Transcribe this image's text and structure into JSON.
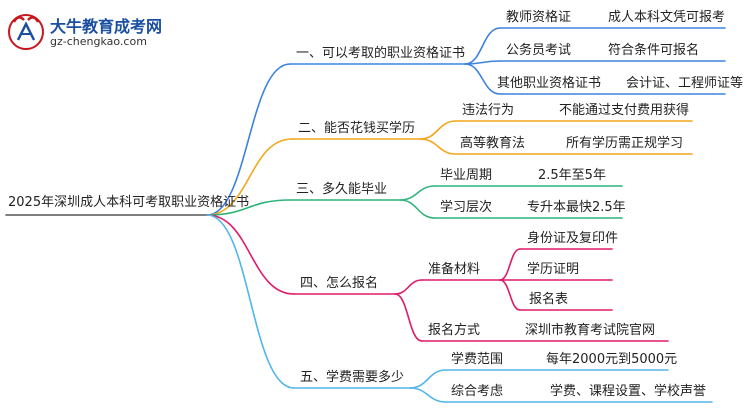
{
  "logo": {
    "title": "大牛教育成考网",
    "url": "gz-chengkao.com"
  },
  "mindmap": {
    "root": "2025年深圳成人本科可考取职业资格证书",
    "colors": {
      "blue": "#3d82e0",
      "orange": "#f2a61b",
      "green": "#2fb37a",
      "pink": "#e0196a",
      "lightblue": "#53b6ea"
    },
    "branches": [
      {
        "label": "一、可以考取的职业资格证书",
        "children": [
          {
            "label": "教师资格证",
            "leaf": "成人本科文凭可报考"
          },
          {
            "label": "公务员考试",
            "leaf": "符合条件可报名"
          },
          {
            "label": "其他职业资格证书",
            "leaf": "会计证、工程师证等"
          }
        ]
      },
      {
        "label": "二、能否花钱买学历",
        "children": [
          {
            "label": "违法行为",
            "leaf": "不能通过支付费用获得"
          },
          {
            "label": "高等教育法",
            "leaf": "所有学历需正规学习"
          }
        ]
      },
      {
        "label": "三、多久能毕业",
        "children": [
          {
            "label": "毕业周期",
            "leaf": "2.5年至5年"
          },
          {
            "label": "学习层次",
            "leaf": "专升本最快2.5年"
          }
        ]
      },
      {
        "label": "四、怎么报名",
        "children": [
          {
            "label": "准备材料",
            "leaves": [
              "身份证及复印件",
              "学历证明",
              "报名表"
            ]
          },
          {
            "label": "报名方式",
            "leaf": "深圳市教育考试院官网"
          }
        ]
      },
      {
        "label": "五、学费需要多少",
        "children": [
          {
            "label": "学费范围",
            "leaf": "每年2000元到5000元"
          },
          {
            "label": "综合考虑",
            "leaf": "学费、课程设置、学校声誉"
          }
        ]
      }
    ]
  }
}
